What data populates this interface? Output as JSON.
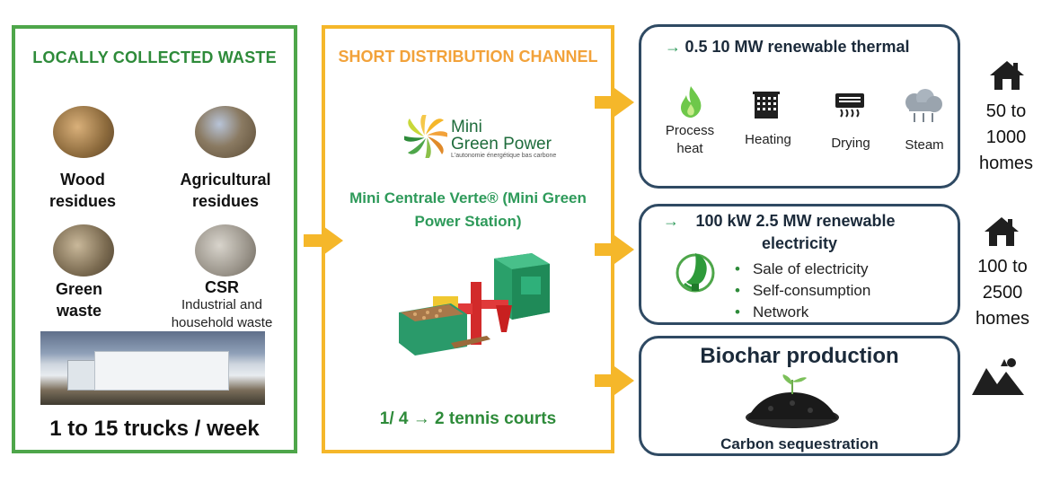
{
  "waste": {
    "title": "LOCALLY COLLECTED WASTE",
    "items": [
      {
        "label": "Wood residues"
      },
      {
        "label": "Agricultural residues"
      },
      {
        "label": "Green waste"
      },
      {
        "label": "CSR",
        "sub": "Industrial and household waste"
      }
    ],
    "trucks": "1 to 15 trucks / week"
  },
  "channel": {
    "title": "SHORT DISTRIBUTION CHANNEL",
    "logo_name_1": "Mini",
    "logo_name_2": "Green Power",
    "logo_tag": "L'autonomie énergétique bas carbone",
    "station": "Mini Centrale Verte® (Mini Green Power Station)",
    "tennis": "1/ 4 → 2 tennis courts"
  },
  "thermal": {
    "title": "0.5 10 MW renewable thermal",
    "items": [
      "Process heat",
      "Heating",
      "Drying",
      "Steam"
    ]
  },
  "electricity": {
    "title_1": "100 kW 2.5 MW renewable",
    "title_2": "electricity",
    "bullets": [
      "Sale of electricity",
      "Self-consumption",
      "Network"
    ]
  },
  "biochar": {
    "title": "Biochar production",
    "subtitle": "Carbon sequestration"
  },
  "homes": {
    "thermal": [
      "50 to",
      "1000",
      "homes"
    ],
    "electricity": [
      "100 to",
      "2500",
      "homes"
    ]
  },
  "colors": {
    "green_box": "#4ea64a",
    "orange_box": "#f5b72a",
    "navy_box": "#2f4a63"
  }
}
